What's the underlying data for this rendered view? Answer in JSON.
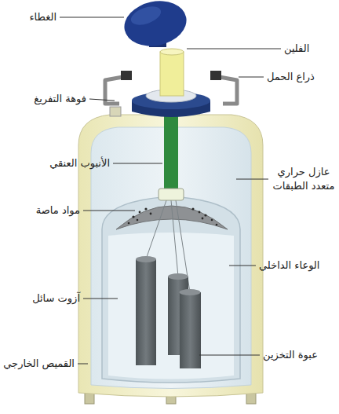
{
  "diagram": {
    "labels": [
      "الغطاء",
      "الفلين",
      "ذراع الحمل",
      "فوهة التفريغ",
      "الأنبوب العنقي",
      "عازل حراري متعدد الطبقات",
      "مواد ماصة",
      "الوعاء الداخلي",
      "آزوت سائل",
      "القميص الخارجي",
      "عبوة التخزين"
    ]
  }
}
